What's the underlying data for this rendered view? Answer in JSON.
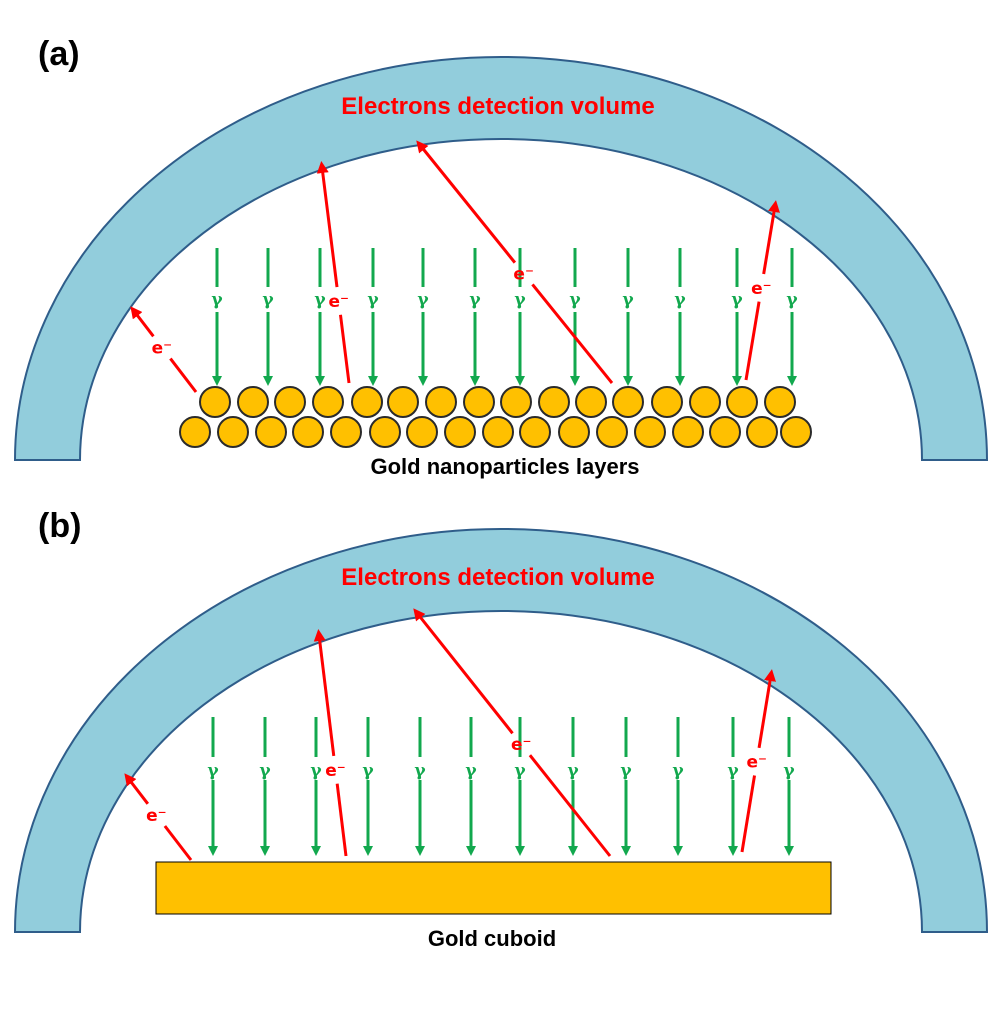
{
  "colors": {
    "detector_fill": "#92cddc",
    "detector_stroke": "#2f5d8a",
    "gold": "#ffc000",
    "gamma": "#12a84e",
    "electron": "#ff0000"
  },
  "panels": [
    {
      "label": "(a)",
      "volume_label": "Electrons detection volume",
      "target_label": "Gold nanoparticles layers",
      "target_type": "nanoparticles",
      "gamma_symbol": "γ",
      "electron_symbol": "e⁻"
    },
    {
      "label": "(b)",
      "volume_label": "Electrons detection volume",
      "target_label": "Gold cuboid",
      "target_type": "cuboid",
      "gamma_symbol": "γ",
      "electron_symbol": "e⁻"
    }
  ]
}
